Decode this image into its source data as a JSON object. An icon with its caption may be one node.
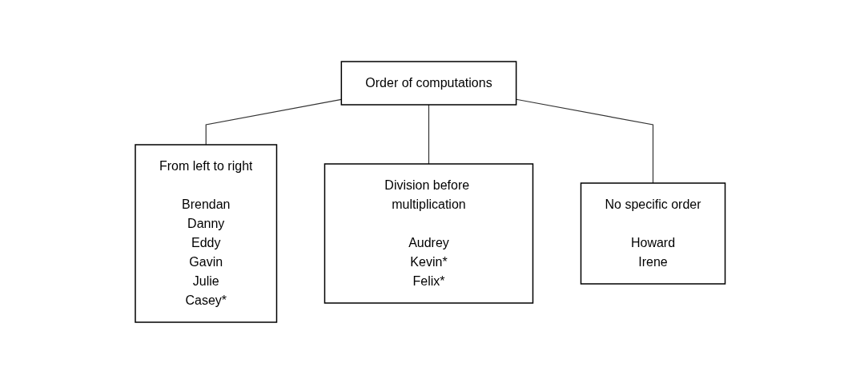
{
  "diagram": {
    "nodes": [
      {
        "text": [
          "Order of computations"
        ]
      },
      {
        "text": [
          "From left to right",
          "Brendan Danny Eddy Gavin Julie Casey*"
        ]
      },
      {
        "text": [
          "Division before multiplication",
          "Audrey Kevin* Felix*"
        ]
      },
      {
        "text": [
          "No specific order",
          "Howard Irene"
        ]
      }
    ],
    "edges": [
      {
        "from": 0,
        "to": 1,
        "arrow": "none"
      },
      {
        "from": 0,
        "to": 2,
        "arrow": "none"
      },
      {
        "from": 0,
        "to": 3,
        "arrow": "none"
      }
    ]
  }
}
